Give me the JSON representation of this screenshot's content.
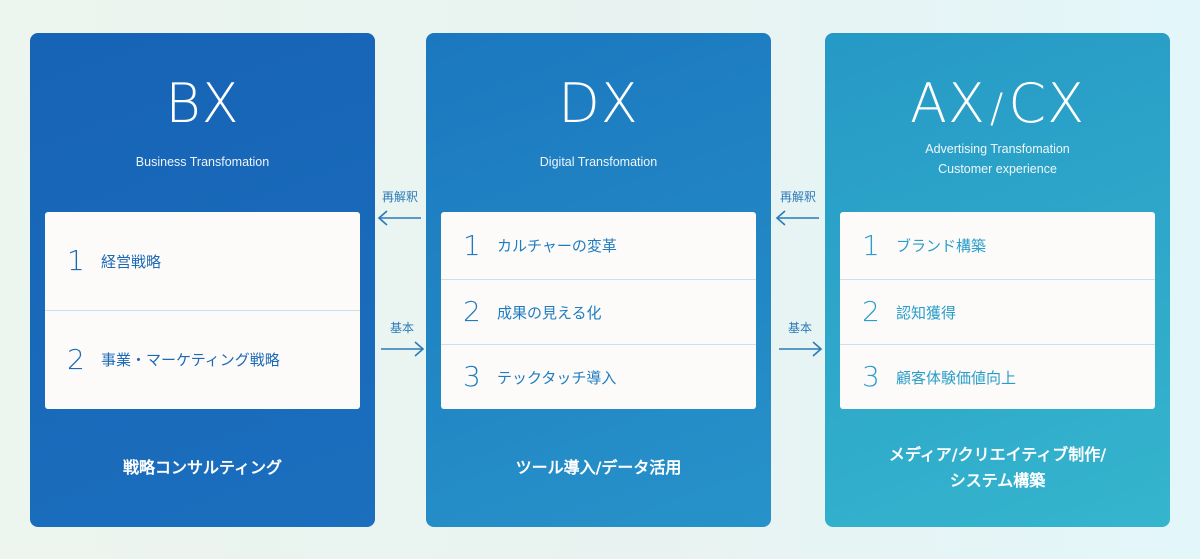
{
  "columns": [
    {
      "title": "BX",
      "subtitle_lines": [
        "Business Transfomation"
      ],
      "items": [
        {
          "num": "1",
          "label": "経営戦略"
        },
        {
          "num": "2",
          "label": "事業・マーケティング戦略"
        }
      ],
      "footer_lines": [
        "戦略コンサルティング"
      ]
    },
    {
      "title": "DX",
      "subtitle_lines": [
        "Digital Transfomation"
      ],
      "items": [
        {
          "num": "1",
          "label": "カルチャーの変革"
        },
        {
          "num": "2",
          "label": "成果の見える化"
        },
        {
          "num": "3",
          "label": "テックタッチ導入"
        }
      ],
      "footer_lines": [
        "ツール導入/データ活用"
      ]
    },
    {
      "title_left": "AX",
      "title_sep": "/",
      "title_right": "CX",
      "subtitle_lines": [
        "Advertising Transfomation",
        "Customer experience"
      ],
      "items": [
        {
          "num": "1",
          "label": "ブランド構築"
        },
        {
          "num": "2",
          "label": "認知獲得"
        },
        {
          "num": "3",
          "label": "顧客体験価値向上"
        }
      ],
      "footer_lines": [
        "メディア/クリエイティブ制作/",
        "システム構築"
      ]
    }
  ],
  "connectors": [
    {
      "back_label": "再解釈",
      "forward_label": "基本"
    },
    {
      "back_label": "再解釈",
      "forward_label": "基本"
    }
  ],
  "colors": {
    "bx": "#1763b6",
    "dx": "#1f7dbf",
    "ax_cx": "#2ea8ca",
    "card": "#fcfbfa",
    "arrow": "#2b7ab9"
  }
}
